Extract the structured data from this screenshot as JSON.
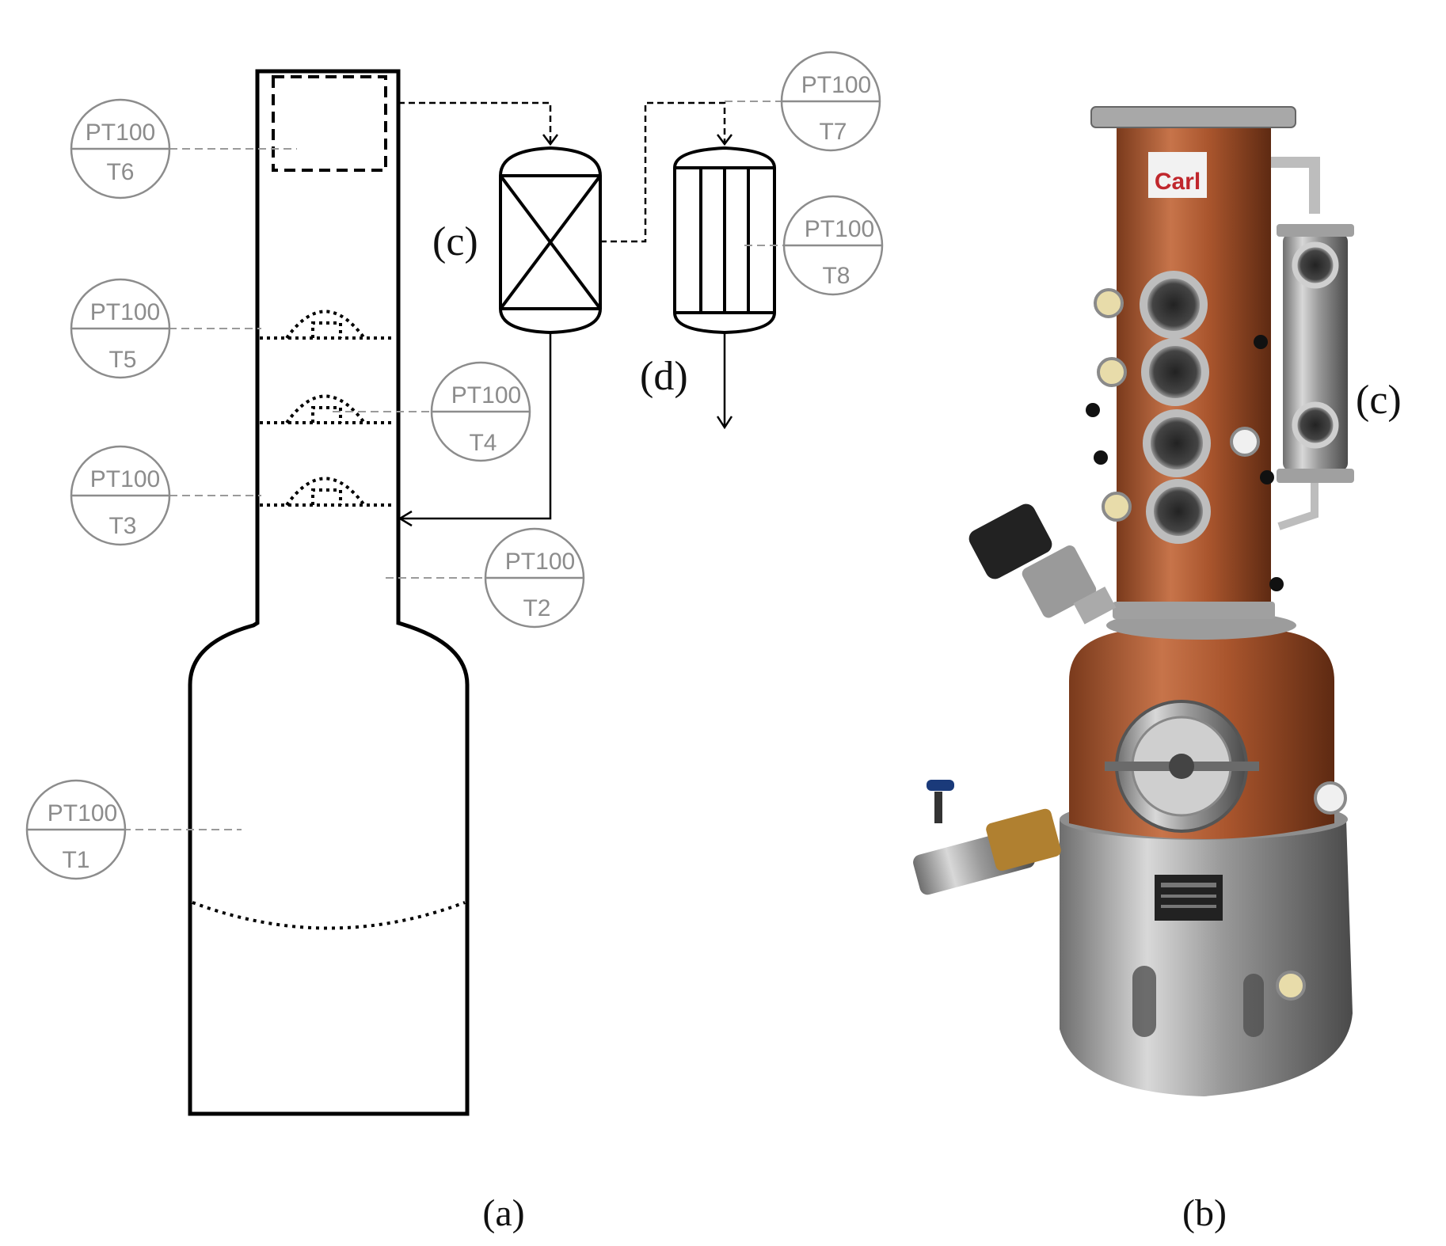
{
  "sensors": [
    {
      "id": "t1",
      "type": "PT100",
      "tag": "T1"
    },
    {
      "id": "t2",
      "type": "PT100",
      "tag": "T2"
    },
    {
      "id": "t3",
      "type": "PT100",
      "tag": "T3"
    },
    {
      "id": "t4",
      "type": "PT100",
      "tag": "T4"
    },
    {
      "id": "t5",
      "type": "PT100",
      "tag": "T5"
    },
    {
      "id": "t6",
      "type": "PT100",
      "tag": "T6"
    },
    {
      "id": "t7",
      "type": "PT100",
      "tag": "T7"
    },
    {
      "id": "t8",
      "type": "PT100",
      "tag": "T8"
    }
  ],
  "labels": {
    "c_schematic": "(c)",
    "d_schematic": "(d)",
    "c_photo": "(c)"
  },
  "captions": {
    "a": "(a)",
    "b": "(b)"
  },
  "photo": {
    "logo": "Carl"
  },
  "colors": {
    "line": "#000000",
    "sensor": "#8c8c8c",
    "copper": "#b8643a",
    "steel": "#b5b5b5"
  }
}
